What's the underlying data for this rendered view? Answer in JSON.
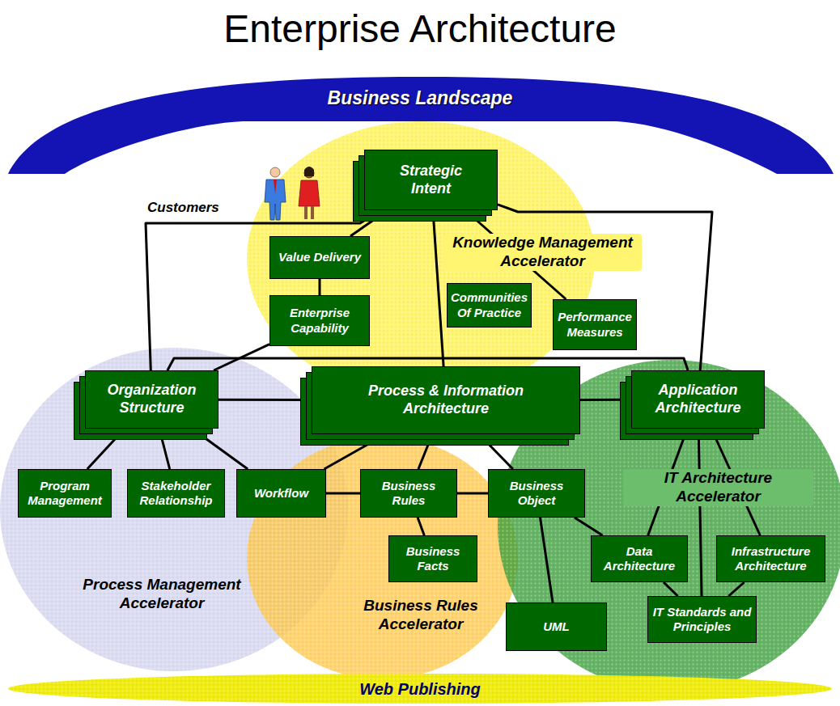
{
  "diagram": {
    "title": "Enterprise Architecture",
    "nodes": [
      {
        "text": [
          "Business Landscape"
        ]
      },
      {
        "text": [
          "Strategic Intent"
        ]
      },
      {
        "text": [
          "Knowledge Management Accelerator"
        ]
      },
      {
        "text": [
          "Value Delivery"
        ]
      },
      {
        "text": [
          "Enterprise Capability"
        ]
      },
      {
        "text": [
          "Communities Of Practice"
        ]
      },
      {
        "text": [
          "Performance Measures"
        ]
      },
      {
        "text": [
          "Organization Structure"
        ]
      },
      {
        "text": [
          "Process & Information Architecture"
        ]
      },
      {
        "text": [
          "Application Architecture"
        ]
      },
      {
        "text": [
          "Process Management Accelerator"
        ]
      },
      {
        "text": [
          "Business Rules Accelerator"
        ]
      },
      {
        "text": [
          "IT Architecture Accelerator"
        ]
      },
      {
        "text": [
          "Program Management"
        ]
      },
      {
        "text": [
          "Stakeholder Relationship"
        ]
      },
      {
        "text": [
          "Workflow"
        ]
      },
      {
        "text": [
          "Business Rules"
        ]
      },
      {
        "text": [
          "Business Object"
        ]
      },
      {
        "text": [
          "Business Facts"
        ]
      },
      {
        "text": [
          "Data Architecture"
        ]
      },
      {
        "text": [
          "Infrastructure Architecture"
        ]
      },
      {
        "text": [
          "IT Standards and Principles"
        ]
      },
      {
        "text": [
          "UML"
        ]
      },
      {
        "text": [
          "Web Publishing"
        ]
      }
    ],
    "edges": [
      {
        "from": 1,
        "to": 3,
        "arrow": "none"
      },
      {
        "from": 1,
        "to": 7,
        "arrow": "none"
      },
      {
        "from": 1,
        "to": 9,
        "arrow": "none"
      },
      {
        "from": 1,
        "to": 8,
        "arrow": "none"
      },
      {
        "from": 1,
        "to": 6,
        "arrow": "none"
      },
      {
        "from": 3,
        "to": 4,
        "arrow": "none"
      },
      {
        "from": 4,
        "to": 7,
        "arrow": "none"
      },
      {
        "from": 7,
        "to": 8,
        "arrow": "none"
      },
      {
        "from": 8,
        "to": 9,
        "arrow": "none"
      },
      {
        "from": 7,
        "to": 9,
        "arrow": "none"
      },
      {
        "from": 7,
        "to": 13,
        "arrow": "none"
      },
      {
        "from": 7,
        "to": 14,
        "arrow": "none"
      },
      {
        "from": 7,
        "to": 15,
        "arrow": "none"
      },
      {
        "from": 8,
        "to": 15,
        "arrow": "none"
      },
      {
        "from": 8,
        "to": 16,
        "arrow": "none"
      },
      {
        "from": 8,
        "to": 17,
        "arrow": "none"
      },
      {
        "from": 15,
        "to": 16,
        "arrow": "none"
      },
      {
        "from": 16,
        "to": 17,
        "arrow": "none"
      },
      {
        "from": 16,
        "to": 18,
        "arrow": "none"
      },
      {
        "from": 17,
        "to": 22,
        "arrow": "none"
      },
      {
        "from": 17,
        "to": 19,
        "arrow": "none"
      },
      {
        "from": 9,
        "to": 19,
        "arrow": "none"
      },
      {
        "from": 9,
        "to": 20,
        "arrow": "none"
      },
      {
        "from": 9,
        "to": 21,
        "arrow": "none"
      },
      {
        "from": 19,
        "to": 21,
        "arrow": "none"
      },
      {
        "from": 20,
        "to": 21,
        "arrow": "none"
      }
    ],
    "labels": [
      "Customers"
    ]
  }
}
